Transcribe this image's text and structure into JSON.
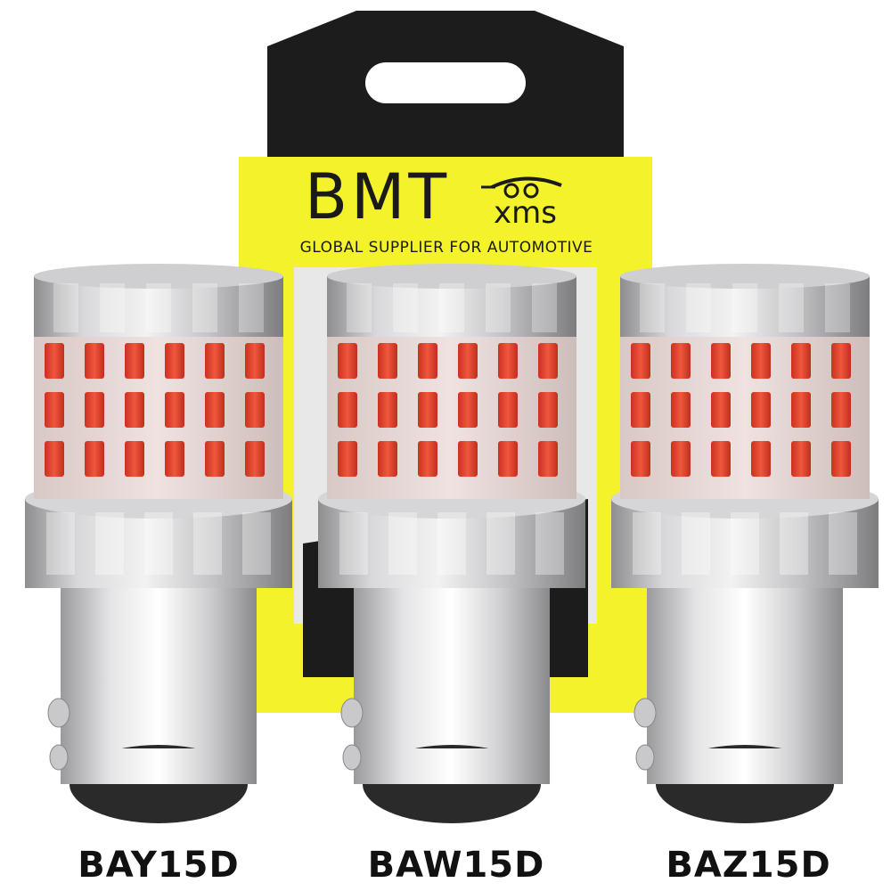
{
  "package": {
    "brand": "BMT",
    "brand_suffix": "xms",
    "tagline": "GLOBAL SUPPLIER FOR AUTOMOTIVE"
  },
  "bulbs": [
    {
      "label": "BAY15D"
    },
    {
      "label": "BAW15D"
    },
    {
      "label": "BAZ15D"
    }
  ],
  "colors": {
    "package_yellow": "#f4f22a",
    "package_black": "#1c1c1c",
    "led_red": "#e8452f",
    "bulb_silver": "#b9b9bb"
  }
}
